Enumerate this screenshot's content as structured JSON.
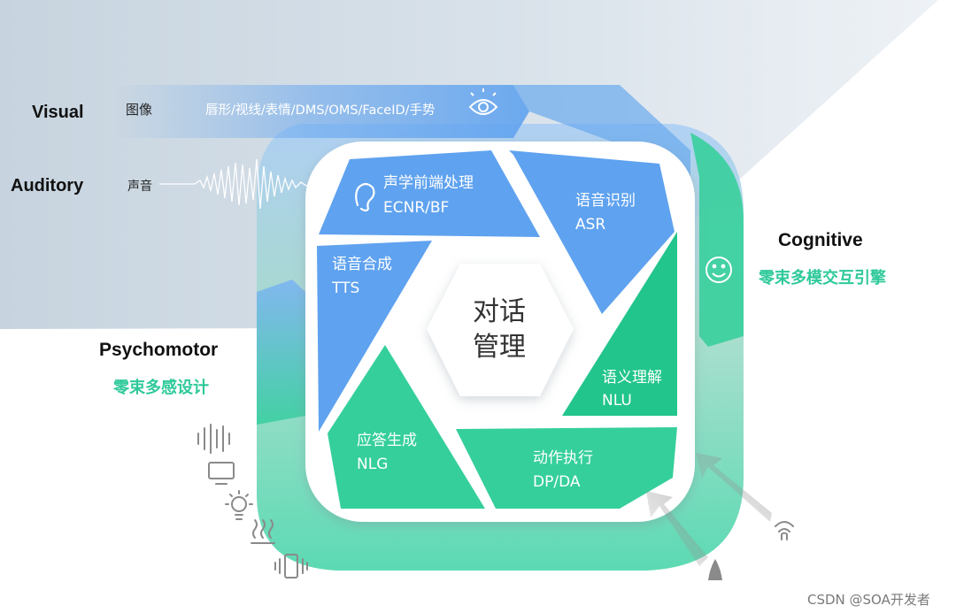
{
  "inputs": {
    "visual": {
      "en": "Visual",
      "cn": "图像",
      "detail": "唇形/视线/表情/DMS/OMS/FaceID/手势",
      "icon": "eye-icon"
    },
    "auditory": {
      "en": "Auditory",
      "cn": "声音",
      "icon": "waveform-icon"
    }
  },
  "cognitive": {
    "en": "Cognitive",
    "cn": "零束多模交互引擎",
    "icon": "smile-icon"
  },
  "psychomotor": {
    "en": "Psychomotor",
    "cn": "零束多感设计"
  },
  "center": {
    "line1": "对话",
    "line2": "管理"
  },
  "segments": {
    "acoustic": {
      "cn": "声学前端处理",
      "en": "ECNR/BF",
      "icon": "ear-icon"
    },
    "asr": {
      "cn": "语音识别",
      "en": "ASR"
    },
    "tts": {
      "cn": "语音合成",
      "en": "TTS"
    },
    "nlu": {
      "cn": "语义理解",
      "en": "NLU"
    },
    "nlg": {
      "cn": "应答生成",
      "en": "NLG"
    },
    "dp": {
      "cn": "动作执行",
      "en": "DP/DA"
    }
  },
  "output_icons": [
    "sound-bars-icon",
    "screen-icon",
    "lightbulb-icon",
    "heat-icon",
    "vibration-icon"
  ],
  "extra_icons": [
    "signal-icon",
    "rocket-icon"
  ],
  "watermark": "CSDN @SOA开发者",
  "colors": {
    "blue": "#5fa2ef",
    "green": "#35cf9c",
    "dark_green": "#1fc38a",
    "text_green": "#2ec99a"
  }
}
